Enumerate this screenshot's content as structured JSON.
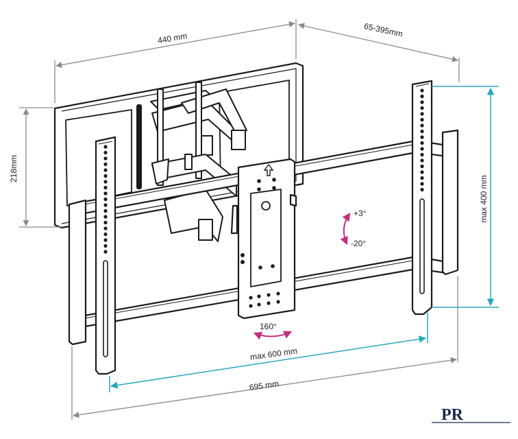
{
  "dimensions": {
    "width_total": "440 mm",
    "depth": "65-395mm",
    "height_backplate": "218mm",
    "vesa_height": "max 400 mm",
    "vesa_width": "max 600 mm",
    "width_bracket": "695 mm"
  },
  "tilt": {
    "up": "+3°",
    "down": "-20°"
  },
  "swivel": {
    "angle": "160°"
  },
  "logo": {
    "text": "PR"
  },
  "colors": {
    "line": "#1a1a1a",
    "teal": "#2aa8b8",
    "magenta": "#c2307c",
    "grey_dim": "#8a8a8a",
    "logo": "#1d2a4a"
  }
}
